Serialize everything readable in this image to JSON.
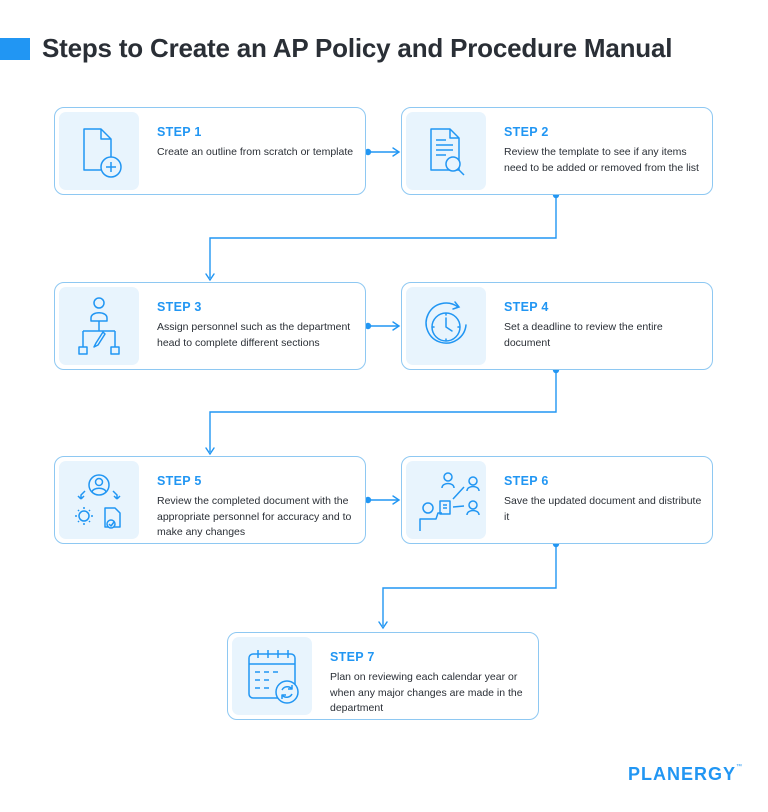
{
  "title": "Steps to Create an AP Policy and Procedure Manual",
  "accent_color": "#2196f3",
  "steps": [
    {
      "label": "STEP 1",
      "text": "Create an outline from scratch or template",
      "icon": "document-add-icon"
    },
    {
      "label": "STEP 2",
      "text": "Review the template to see if any items need to be added or removed from the list",
      "icon": "document-search-icon"
    },
    {
      "label": "STEP 3",
      "text": "Assign personnel such as the department head to complete different sections",
      "icon": "personnel-hierarchy-icon"
    },
    {
      "label": "STEP 4",
      "text": "Set a deadline to review the entire document",
      "icon": "clock-deadline-icon"
    },
    {
      "label": "STEP 5",
      "text": "Review the completed document with the appropriate personnel for accuracy and to make any changes",
      "icon": "team-review-icon"
    },
    {
      "label": "STEP 6",
      "text": "Save the updated document and distribute it",
      "icon": "distribute-document-icon"
    },
    {
      "label": "STEP 7",
      "text": "Plan on reviewing each calendar year or when any major changes are made in the department",
      "icon": "calendar-refresh-icon"
    }
  ],
  "logo": {
    "text": "PLANERGY",
    "mark": "™"
  }
}
